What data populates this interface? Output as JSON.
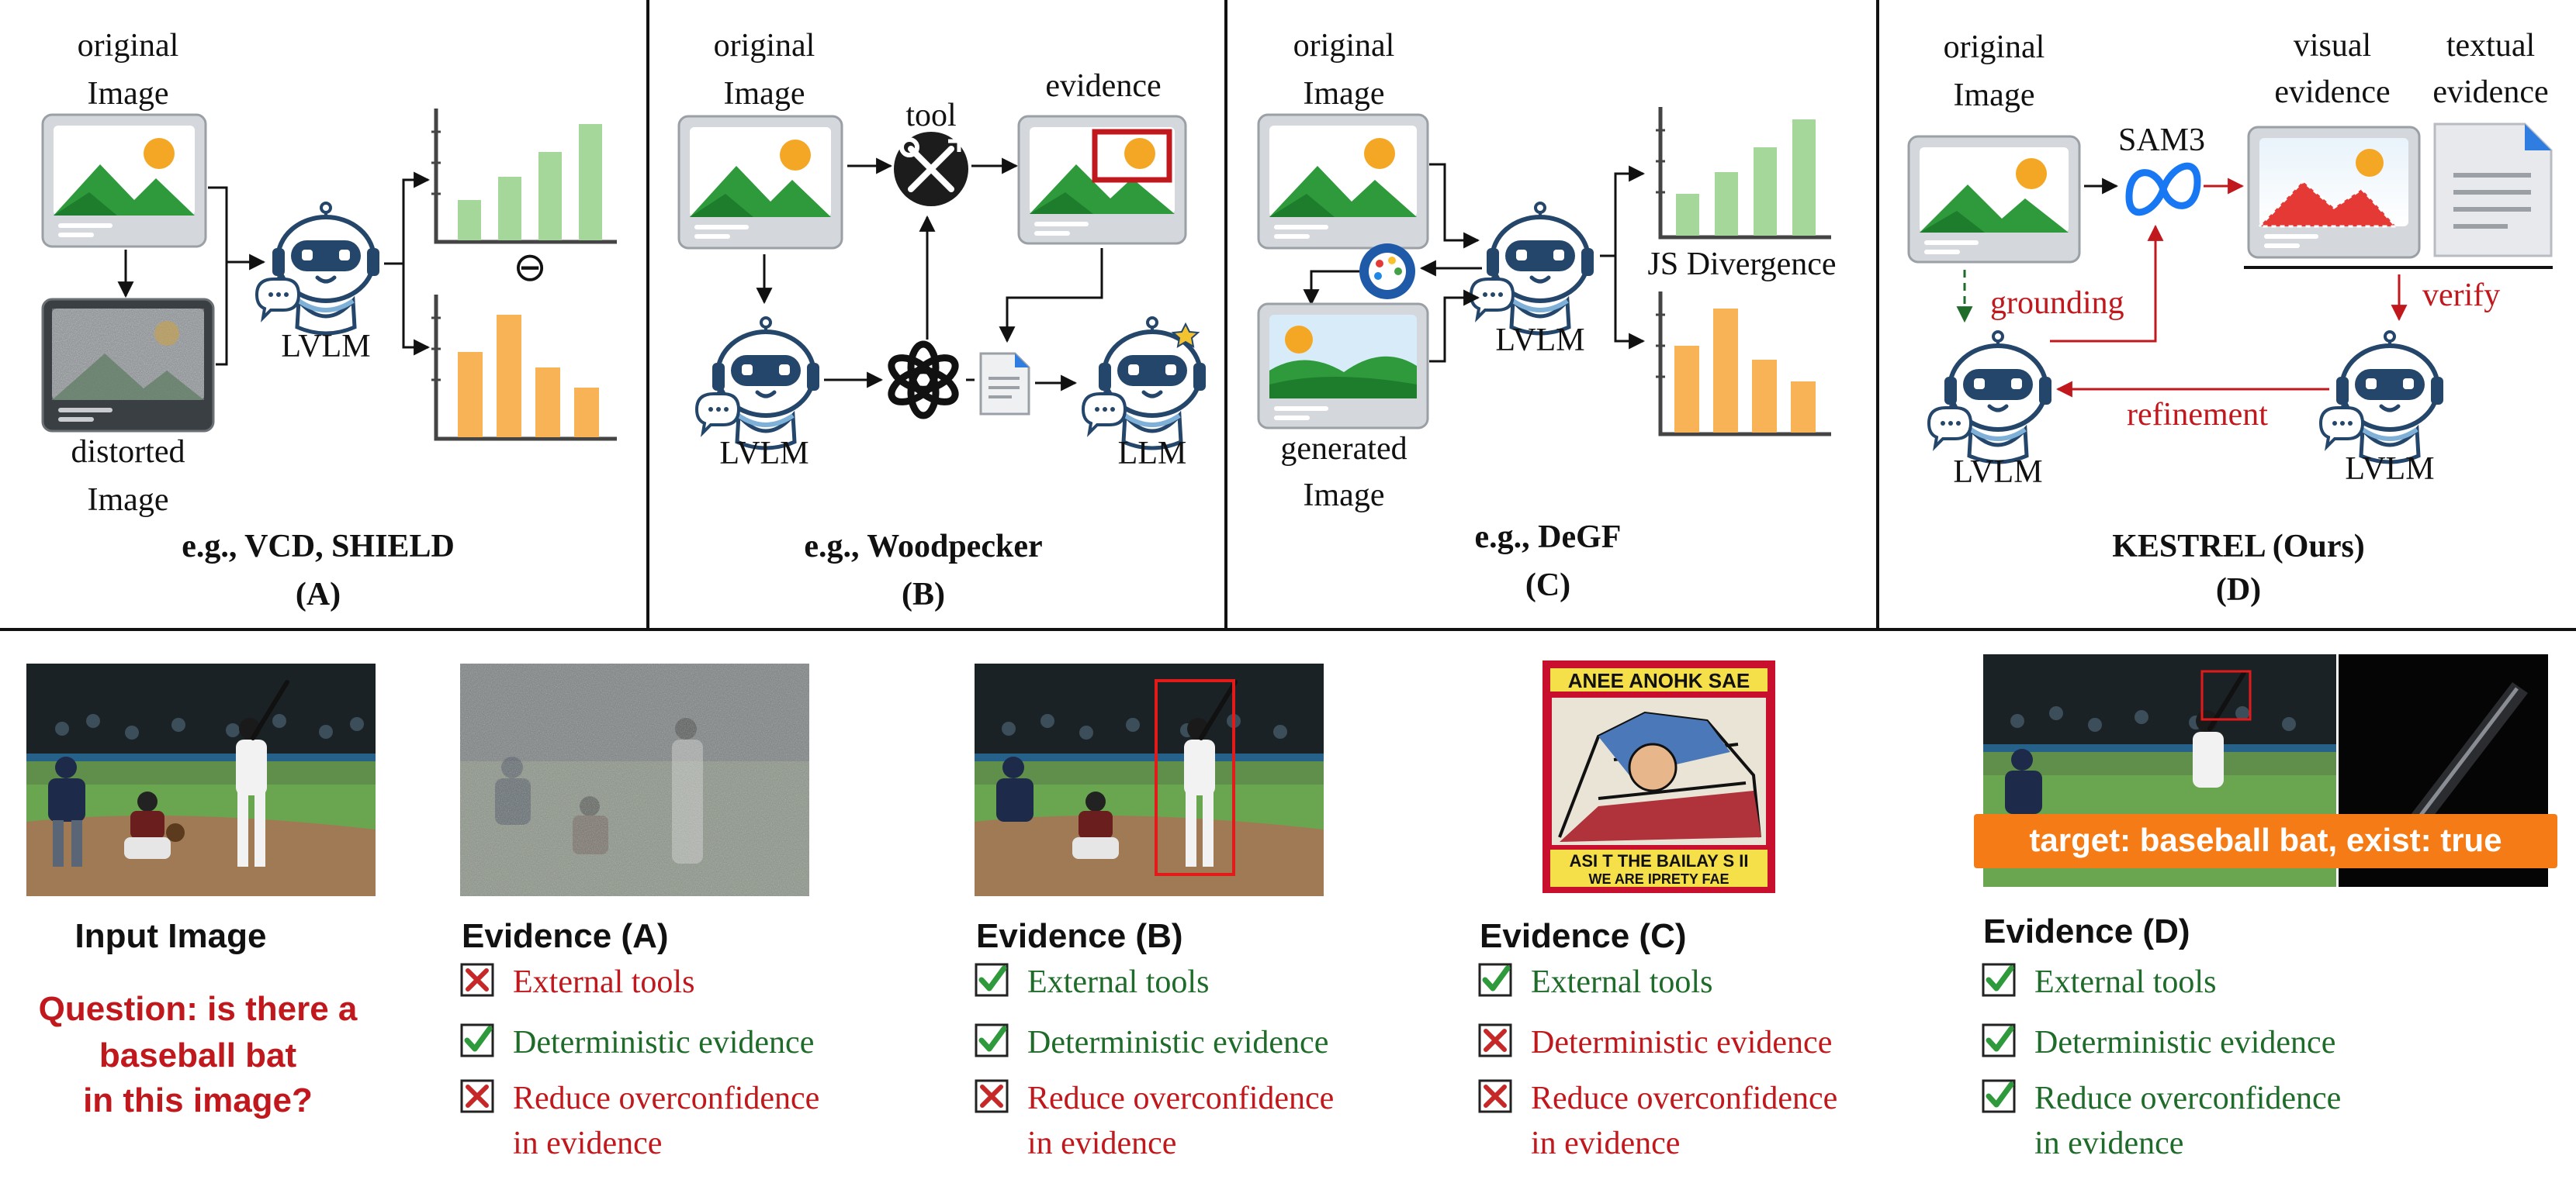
{
  "panels": {
    "a": {
      "original_label": [
        "original",
        "Image"
      ],
      "distorted_label": [
        "distorted",
        "Image"
      ],
      "model_label": "LVLM",
      "diff_symbol": "⊖",
      "caption": "e.g., VCD, SHIELD",
      "letter": "(A)"
    },
    "b": {
      "original_label": [
        "original",
        "Image"
      ],
      "tool_label": "tool",
      "evidence_label": "evidence",
      "model_label": "LVLM",
      "llm_label": "LLM",
      "caption": "e.g., Woodpecker",
      "letter": "(B)"
    },
    "c": {
      "original_label": [
        "original",
        "Image"
      ],
      "generated_label": [
        "generated",
        "Image"
      ],
      "model_label": "LVLM",
      "divergence_label": "JS Divergence",
      "caption": "e.g., DeGF",
      "letter": "(C)"
    },
    "d": {
      "original_label": [
        "original",
        "Image"
      ],
      "sam_label": "SAM3",
      "visual_label": [
        "visual",
        "evidence"
      ],
      "textual_label": [
        "textual",
        "evidence"
      ],
      "grounding_label": "grounding",
      "verify_label": "verify",
      "refinement_label": "refinement",
      "model_label_left": "LVLM",
      "model_label_right": "LVLM",
      "caption": "KESTREL (Ours)",
      "letter": "(D)"
    }
  },
  "bottom": {
    "input_title": "Input Image",
    "question_lines": [
      "Question: is there a",
      "baseball bat",
      "in this image?"
    ],
    "target_banner": "target: baseball bat, exist: true",
    "comic_top": "ANEE ANOHK SAE",
    "comic_bottom": [
      "ASI T THE BAILAY S II",
      "WE ARE IPRETY FAE"
    ],
    "evidence": [
      {
        "title": "Evidence (A)",
        "items": [
          {
            "label": "External tools",
            "checked": false
          },
          {
            "label": "Deterministic evidence",
            "checked": true
          },
          {
            "label": [
              "Reduce overconfidence",
              "in evidence"
            ],
            "checked": false
          }
        ]
      },
      {
        "title": "Evidence (B)",
        "items": [
          {
            "label": "External tools",
            "checked": true
          },
          {
            "label": "Deterministic evidence",
            "checked": true
          },
          {
            "label": [
              "Reduce overconfidence",
              "in evidence"
            ],
            "checked": false
          }
        ]
      },
      {
        "title": "Evidence (C)",
        "items": [
          {
            "label": "External tools",
            "checked": true
          },
          {
            "label": "Deterministic evidence",
            "checked": false
          },
          {
            "label": [
              "Reduce overconfidence",
              "in evidence"
            ],
            "checked": false
          }
        ]
      },
      {
        "title": "Evidence (D)",
        "items": [
          {
            "label": "External tools",
            "checked": true
          },
          {
            "label": "Deterministic evidence",
            "checked": true
          },
          {
            "label": [
              "Reduce overconfidence",
              "in evidence"
            ],
            "checked": true
          }
        ]
      }
    ]
  },
  "colors": {
    "red": "#c0181c",
    "green": "#1f6b2a",
    "check_green": "#2e9a3c",
    "cross_red": "#c62828",
    "orange_banner": "#f47b16",
    "green_bar": "#a5d79a",
    "orange_bar": "#f7b356",
    "robot_blue": "#25466b"
  },
  "icons": [
    "image-icon",
    "noise-image-icon",
    "robot-icon",
    "chart-icon",
    "tool-icon",
    "openai-icon",
    "document-icon",
    "palette-icon",
    "meta-icon",
    "check-icon",
    "cross-icon"
  ]
}
